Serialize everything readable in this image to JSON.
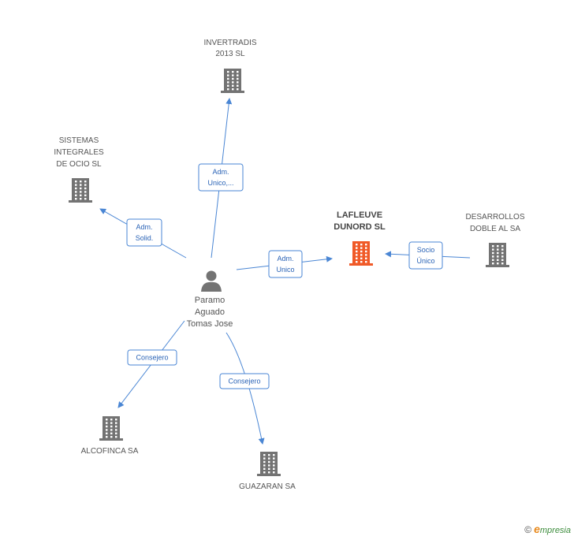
{
  "colors": {
    "building": "#737373",
    "focus_building": "#f05a28",
    "person": "#737373",
    "edge": "#4a86d4",
    "edge_text": "#2a63b6"
  },
  "person": {
    "icon": "person-icon",
    "lines": [
      "Paramo",
      "Aguado",
      "Tomas Jose"
    ]
  },
  "nodes": [
    {
      "id": "invertradis",
      "icon": "building-icon",
      "lines": [
        "INVERTRADIS",
        "2013  SL"
      ],
      "focus": false
    },
    {
      "id": "sistemas",
      "icon": "building-icon",
      "lines": [
        "SISTEMAS",
        "INTEGRALES",
        "DE OCIO SL"
      ],
      "focus": false
    },
    {
      "id": "lafleuve",
      "icon": "building-icon",
      "lines": [
        "LAFLEUVE",
        "DUNORD SL"
      ],
      "focus": true
    },
    {
      "id": "desarrollos",
      "icon": "building-icon",
      "lines": [
        "DESARROLLOS",
        "DOBLE AL SA"
      ],
      "focus": false
    },
    {
      "id": "alcofinca",
      "icon": "building-icon",
      "lines": [
        "ALCOFINCA SA"
      ],
      "focus": false
    },
    {
      "id": "guazaran",
      "icon": "building-icon",
      "lines": [
        "GUAZARAN SA"
      ],
      "focus": false
    }
  ],
  "edges": [
    {
      "id": "e-invertradis",
      "lines": [
        "Adm.",
        "Unico,..."
      ]
    },
    {
      "id": "e-sistemas",
      "lines": [
        "Adm.",
        "Solid."
      ]
    },
    {
      "id": "e-lafleuve",
      "lines": [
        "Adm.",
        "Unico"
      ]
    },
    {
      "id": "e-desarrollos",
      "lines": [
        "Socio",
        "Único"
      ]
    },
    {
      "id": "e-alcofinca",
      "lines": [
        "Consejero"
      ]
    },
    {
      "id": "e-guazaran",
      "lines": [
        "Consejero"
      ]
    }
  ],
  "brand": {
    "copyright": "©",
    "initial": "e",
    "name": "mpresia"
  }
}
